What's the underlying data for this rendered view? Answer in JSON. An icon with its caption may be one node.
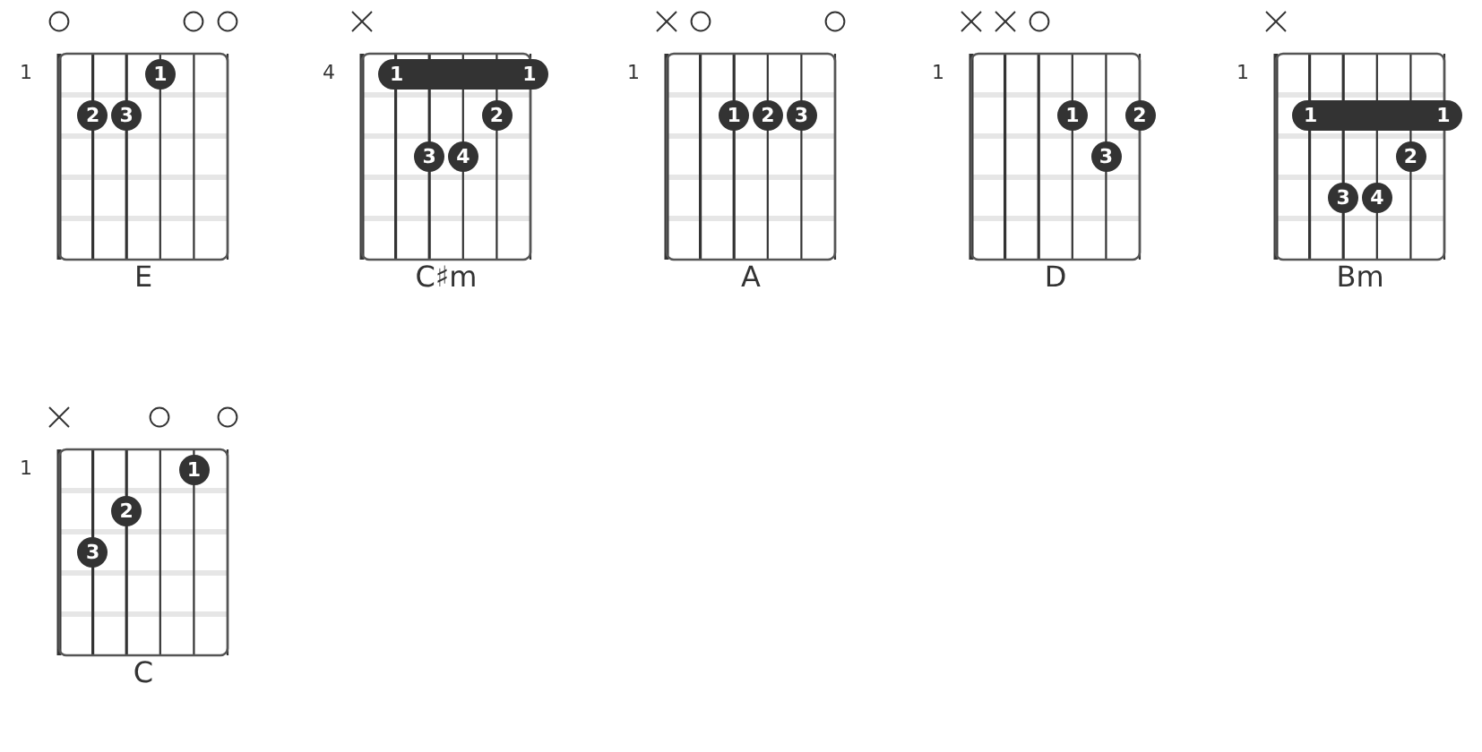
{
  "diagram": {
    "nodes": [
      {
        "text": [
          "E"
        ],
        "beside": [
          "1"
        ]
      },
      {
        "text": [
          "1"
        ],
        "in": 0
      },
      {
        "text": [
          "2"
        ],
        "in": 0
      },
      {
        "text": [
          "3"
        ],
        "in": 0
      },
      {
        "text": [
          "C♯m"
        ],
        "beside": [
          "4"
        ]
      },
      {
        "text": [
          "1",
          "1"
        ],
        "in": 4
      },
      {
        "text": [
          "2"
        ],
        "in": 4
      },
      {
        "text": [
          "3"
        ],
        "in": 4
      },
      {
        "text": [
          "4"
        ],
        "in": 4
      },
      {
        "text": [
          "A"
        ],
        "beside": [
          "1"
        ]
      },
      {
        "text": [
          "1"
        ],
        "in": 9
      },
      {
        "text": [
          "2"
        ],
        "in": 9
      },
      {
        "text": [
          "3"
        ],
        "in": 9
      },
      {
        "text": [
          "D"
        ],
        "beside": [
          "1"
        ]
      },
      {
        "text": [
          "1"
        ],
        "in": 13
      },
      {
        "text": [
          "2"
        ],
        "in": 13
      },
      {
        "text": [
          "3"
        ],
        "in": 13
      },
      {
        "text": [
          "Bm"
        ],
        "beside": [
          "1"
        ]
      },
      {
        "text": [
          "1",
          "1"
        ],
        "in": 17
      },
      {
        "text": [
          "2"
        ],
        "in": 17
      },
      {
        "text": [
          "3"
        ],
        "in": 17
      },
      {
        "text": [
          "4"
        ],
        "in": 17
      },
      {
        "text": [
          "C"
        ],
        "beside": [
          "1"
        ]
      },
      {
        "text": [
          "1"
        ],
        "in": 22
      },
      {
        "text": [
          "2"
        ],
        "in": 22
      },
      {
        "text": [
          "3"
        ],
        "in": 22
      }
    ]
  }
}
